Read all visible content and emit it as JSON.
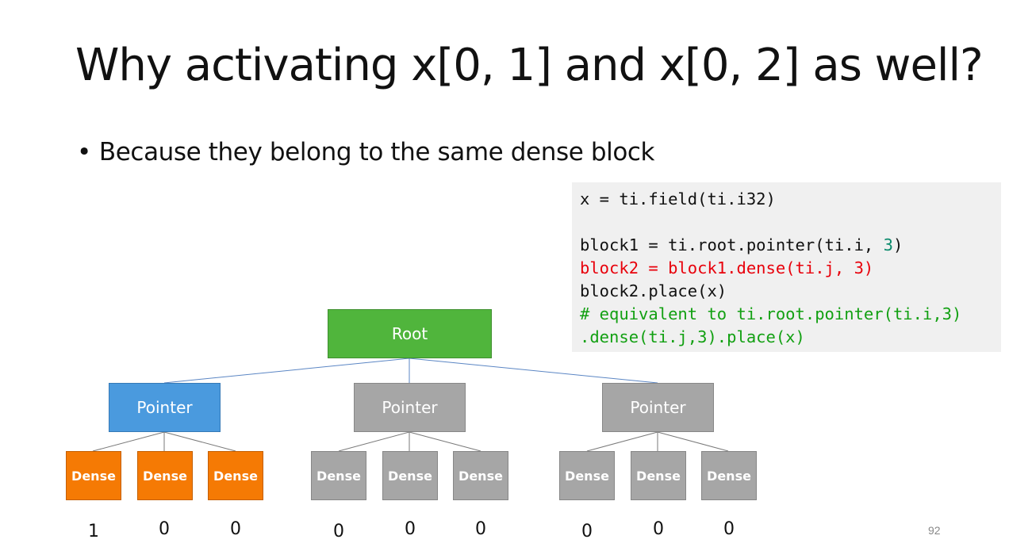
{
  "slide": {
    "title": "Why activating x[0, 1] and x[0, 2] as well?",
    "bullet": "Because they belong to the same dense block",
    "page_number": "92"
  },
  "code": {
    "line1": "x = ti.field(ti.i32)",
    "line2_prefix": "block1 = ti.root.pointer(ti.i, ",
    "line2_num": "3",
    "line2_suffix": ")",
    "line3": "block2 = block1.dense(ti.j, 3)",
    "line4": "block2.place(x)",
    "line5": "# equivalent to ti.root.pointer(ti.i,3)",
    "line6": ".dense(ti.j,3).place(x)"
  },
  "tree": {
    "root_label": "Root",
    "pointers": [
      {
        "label": "Pointer",
        "active": true
      },
      {
        "label": "Pointer",
        "active": false
      },
      {
        "label": "Pointer",
        "active": false
      }
    ],
    "dense": [
      {
        "label": "Dense",
        "value": "1",
        "active": true
      },
      {
        "label": "Dense",
        "value": "0",
        "active": true
      },
      {
        "label": "Dense",
        "value": "0",
        "active": true
      },
      {
        "label": "Dense",
        "value": "0",
        "active": false
      },
      {
        "label": "Dense",
        "value": "0",
        "active": false
      },
      {
        "label": "Dense",
        "value": "0",
        "active": false
      },
      {
        "label": "Dense",
        "value": "0",
        "active": false
      },
      {
        "label": "Dense",
        "value": "0",
        "active": false
      },
      {
        "label": "Dense",
        "value": "0",
        "active": false
      }
    ]
  },
  "colors": {
    "root": "#50b53c",
    "active_pointer": "#4a9ade",
    "active_dense": "#f57a04",
    "inactive": "#a6a6a6",
    "code_highlight": "#e8000b",
    "code_comment": "#12a012"
  }
}
